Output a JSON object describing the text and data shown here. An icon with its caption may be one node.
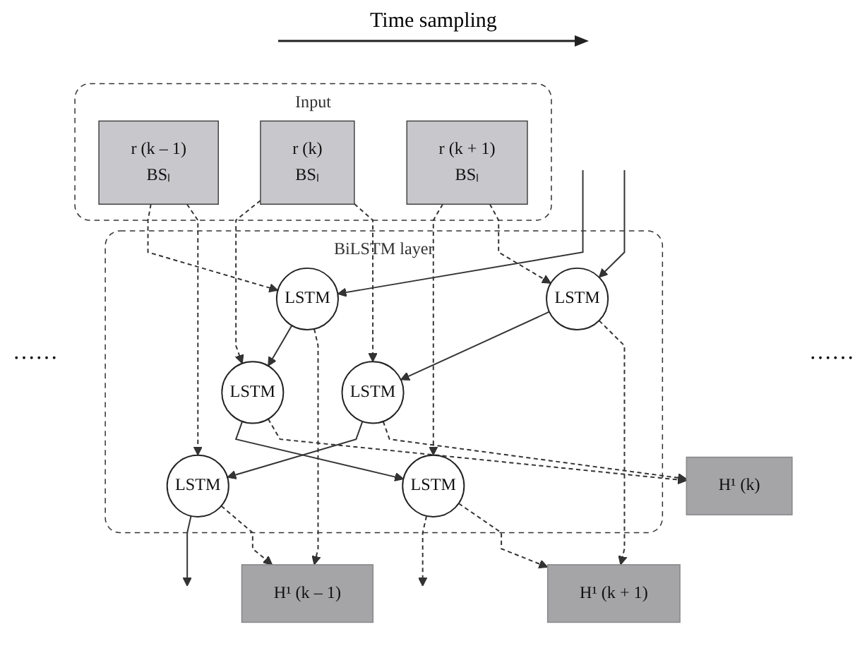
{
  "diagram": {
    "nodes": [
      {
        "text": [
          "Input"
        ]
      },
      {
        "text": [
          "r (k – 1)",
          "BSₗ"
        ],
        "in": 0
      },
      {
        "text": [
          "r (k)",
          "BSₗ"
        ],
        "in": 0
      },
      {
        "text": [
          "r (k + 1)",
          "BSₗ"
        ],
        "in": 0
      },
      {
        "text": [
          "BiLSTM layer"
        ]
      },
      {
        "text": [
          "LSTM"
        ],
        "in": 4
      },
      {
        "text": [
          "LSTM"
        ],
        "in": 4
      },
      {
        "text": [
          "LSTM"
        ],
        "in": 4
      },
      {
        "text": [
          "LSTM"
        ],
        "in": 4
      },
      {
        "text": [
          "LSTM"
        ],
        "in": 4
      },
      {
        "text": [
          "LSTM"
        ],
        "in": 4
      },
      {
        "text": [
          "H¹ (k – 1)"
        ]
      },
      {
        "text": [
          "H¹ (k)"
        ]
      },
      {
        "text": [
          "H¹ (k + 1)"
        ]
      }
    ],
    "edges": [
      {
        "from": 1,
        "to": 5,
        "arrow": "to",
        "style": "dashed"
      },
      {
        "from": 1,
        "to": 8,
        "arrow": "to",
        "style": "dashed"
      },
      {
        "from": 2,
        "to": 6,
        "arrow": "to",
        "style": "dashed"
      },
      {
        "from": 2,
        "to": 9,
        "arrow": "to",
        "style": "dashed"
      },
      {
        "from": 3,
        "to": 7,
        "arrow": "to",
        "style": "dashed"
      },
      {
        "from": 3,
        "to": 10,
        "arrow": "to",
        "style": "dashed"
      },
      {
        "from": null,
        "to": 5,
        "arrow": "to"
      },
      {
        "from": 5,
        "to": 6,
        "arrow": "to"
      },
      {
        "from": 6,
        "to": 7,
        "arrow": "to"
      },
      {
        "from": 7,
        "to": null,
        "arrow": "to",
        "style": "dashed"
      },
      {
        "from": null,
        "to": 10,
        "arrow": "to"
      },
      {
        "from": 10,
        "to": 9,
        "arrow": "to"
      },
      {
        "from": 9,
        "to": 8,
        "arrow": "to"
      },
      {
        "from": 8,
        "to": null,
        "arrow": "to"
      },
      {
        "from": 5,
        "to": 11,
        "arrow": "to",
        "style": "dashed"
      },
      {
        "from": 8,
        "to": 11,
        "arrow": "to",
        "style": "dashed"
      },
      {
        "from": 6,
        "to": 12,
        "arrow": "to",
        "style": "dashed"
      },
      {
        "from": 9,
        "to": 12,
        "arrow": "to",
        "style": "dashed"
      },
      {
        "from": 7,
        "to": 13,
        "arrow": "to",
        "style": "dashed"
      },
      {
        "from": 10,
        "to": 13,
        "arrow": "to",
        "style": "dashed"
      }
    ],
    "labels": [
      "Time sampling",
      "……",
      "……"
    ]
  }
}
